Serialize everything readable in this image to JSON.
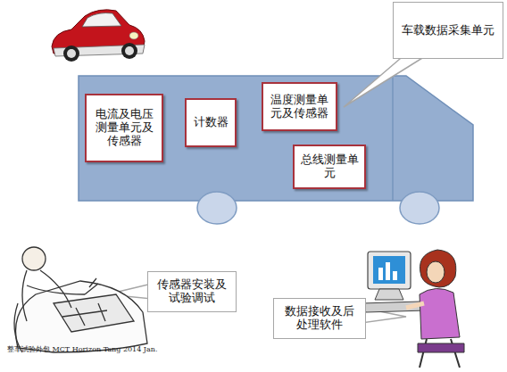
{
  "diagram": {
    "nodes": [
      {
        "text": [
          "电流及电压测量单元及传感器"
        ]
      },
      {
        "text": [
          "计数器"
        ]
      },
      {
        "text": [
          "温度测量单元及传感器"
        ]
      },
      {
        "text": [
          "总线测量单元"
        ]
      },
      {
        "text": [
          "车载数据采集单元"
        ]
      },
      {
        "text": [
          "传感器安装及试验调试"
        ]
      },
      {
        "text": [
          "数据接收及后处理软件"
        ]
      }
    ],
    "labels": [
      "整车试验外包 MCT Horizon Tang 2014 Jan."
    ]
  }
}
